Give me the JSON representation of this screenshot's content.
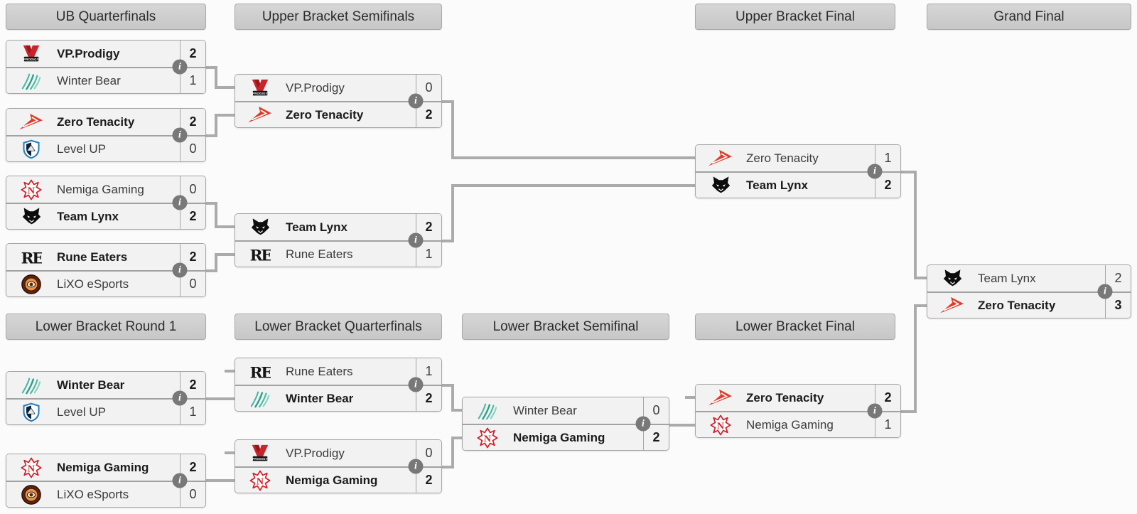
{
  "colors": {
    "page_bg": "#fbfbfb",
    "header_bg": "#cccccc",
    "header_border": "#a9a9a9",
    "row_bg": "#f2f2f2",
    "row_border": "#a5a5a5",
    "connector": "#ababab",
    "winner_text": "#1b1b1b",
    "loser_text": "#3c3c3c",
    "info_icon_bg": "#787878",
    "info_icon_fg": "#ffffff",
    "vp_prodigy_red": "#c9242b",
    "winter_bear_teal": "#2f9f8a",
    "zero_tenacity_red": "#e13a29",
    "level_up_blue": "#2a7fbf",
    "nemiga_red": "#cd2027",
    "lynx_black": "#0c0c0c",
    "rune_eaters_black": "#151515",
    "lixo_brown": "#5d2413"
  },
  "headers": [
    {
      "id": "ub-qf",
      "label": "UB Quarterfinals"
    },
    {
      "id": "ub-sf",
      "label": "Upper Bracket Semifinals"
    },
    {
      "id": "ub-final",
      "label": "Upper Bracket Final"
    },
    {
      "id": "grand-final",
      "label": "Grand Final"
    },
    {
      "id": "lb-r1",
      "label": "Lower Bracket Round 1"
    },
    {
      "id": "lb-qf",
      "label": "Lower Bracket Quarterfinals"
    },
    {
      "id": "lb-sf",
      "label": "Lower Bracket Semifinal"
    },
    {
      "id": "lb-final",
      "label": "Lower Bracket Final"
    }
  ],
  "info_icon": {
    "glyph": "i"
  },
  "matches": [
    {
      "id": "ubqf1",
      "round": "ub-qf",
      "teams": [
        {
          "name": "VP.Prodigy",
          "logo": "vp-prodigy-logo",
          "score": "2",
          "winner": true
        },
        {
          "name": "Winter Bear",
          "logo": "winter-bear-logo",
          "score": "1",
          "winner": false
        }
      ]
    },
    {
      "id": "ubqf2",
      "round": "ub-qf",
      "teams": [
        {
          "name": "Zero Tenacity",
          "logo": "zero-tenacity-logo",
          "score": "2",
          "winner": true
        },
        {
          "name": "Level UP",
          "logo": "level-up-logo",
          "score": "0",
          "winner": false
        }
      ]
    },
    {
      "id": "ubqf3",
      "round": "ub-qf",
      "teams": [
        {
          "name": "Nemiga Gaming",
          "logo": "nemiga-gaming-logo",
          "score": "0",
          "winner": false
        },
        {
          "name": "Team Lynx",
          "logo": "team-lynx-logo",
          "score": "2",
          "winner": true
        }
      ]
    },
    {
      "id": "ubqf4",
      "round": "ub-qf",
      "teams": [
        {
          "name": "Rune Eaters",
          "logo": "rune-eaters-logo",
          "score": "2",
          "winner": true
        },
        {
          "name": "LiXO eSports",
          "logo": "lixo-esports-logo",
          "score": "0",
          "winner": false
        }
      ]
    },
    {
      "id": "ubsf1",
      "round": "ub-sf",
      "teams": [
        {
          "name": "VP.Prodigy",
          "logo": "vp-prodigy-logo",
          "score": "0",
          "winner": false
        },
        {
          "name": "Zero Tenacity",
          "logo": "zero-tenacity-logo",
          "score": "2",
          "winner": true
        }
      ]
    },
    {
      "id": "ubsf2",
      "round": "ub-sf",
      "teams": [
        {
          "name": "Team Lynx",
          "logo": "team-lynx-logo",
          "score": "2",
          "winner": true
        },
        {
          "name": "Rune Eaters",
          "logo": "rune-eaters-logo",
          "score": "1",
          "winner": false
        }
      ]
    },
    {
      "id": "ubf",
      "round": "ub-final",
      "teams": [
        {
          "name": "Zero Tenacity",
          "logo": "zero-tenacity-logo",
          "score": "1",
          "winner": false
        },
        {
          "name": "Team Lynx",
          "logo": "team-lynx-logo",
          "score": "2",
          "winner": true
        }
      ]
    },
    {
      "id": "gf",
      "round": "grand-final",
      "teams": [
        {
          "name": "Team Lynx",
          "logo": "team-lynx-logo",
          "score": "2",
          "winner": false
        },
        {
          "name": "Zero Tenacity",
          "logo": "zero-tenacity-logo",
          "score": "3",
          "winner": true
        }
      ]
    },
    {
      "id": "lbr1m1",
      "round": "lb-r1",
      "teams": [
        {
          "name": "Winter Bear",
          "logo": "winter-bear-logo",
          "score": "2",
          "winner": true
        },
        {
          "name": "Level UP",
          "logo": "level-up-logo",
          "score": "1",
          "winner": false
        }
      ]
    },
    {
      "id": "lbr1m2",
      "round": "lb-r1",
      "teams": [
        {
          "name": "Nemiga Gaming",
          "logo": "nemiga-gaming-logo",
          "score": "2",
          "winner": true
        },
        {
          "name": "LiXO eSports",
          "logo": "lixo-esports-logo",
          "score": "0",
          "winner": false
        }
      ]
    },
    {
      "id": "lbqf1",
      "round": "lb-qf",
      "teams": [
        {
          "name": "Rune Eaters",
          "logo": "rune-eaters-logo",
          "score": "1",
          "winner": false
        },
        {
          "name": "Winter Bear",
          "logo": "winter-bear-logo",
          "score": "2",
          "winner": true
        }
      ]
    },
    {
      "id": "lbqf2",
      "round": "lb-qf",
      "teams": [
        {
          "name": "VP.Prodigy",
          "logo": "vp-prodigy-logo",
          "score": "0",
          "winner": false
        },
        {
          "name": "Nemiga Gaming",
          "logo": "nemiga-gaming-logo",
          "score": "2",
          "winner": true
        }
      ]
    },
    {
      "id": "lbsf",
      "round": "lb-sf",
      "teams": [
        {
          "name": "Winter Bear",
          "logo": "winter-bear-logo",
          "score": "0",
          "winner": false
        },
        {
          "name": "Nemiga Gaming",
          "logo": "nemiga-gaming-logo",
          "score": "2",
          "winner": true
        }
      ]
    },
    {
      "id": "lbf",
      "round": "lb-final",
      "teams": [
        {
          "name": "Zero Tenacity",
          "logo": "zero-tenacity-logo",
          "score": "2",
          "winner": true
        },
        {
          "name": "Nemiga Gaming",
          "logo": "nemiga-gaming-logo",
          "score": "1",
          "winner": false
        }
      ]
    }
  ]
}
